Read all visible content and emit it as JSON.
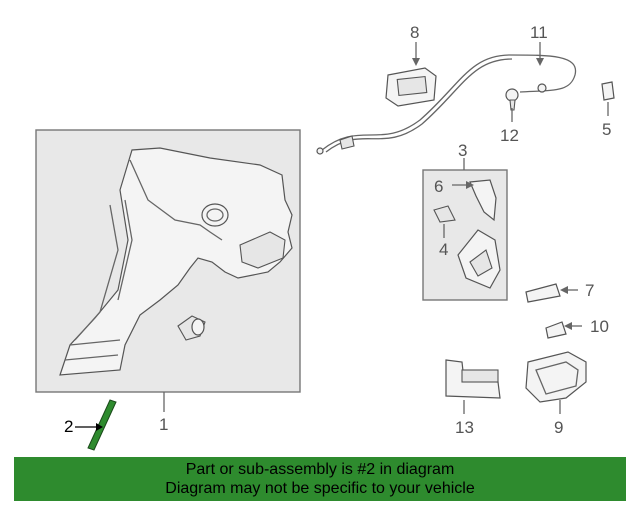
{
  "diagram": {
    "callouts": [
      "1",
      "2",
      "3",
      "4",
      "5",
      "6",
      "7",
      "8",
      "9",
      "10",
      "11",
      "12",
      "13"
    ],
    "highlight_color": "#2e8b2e"
  },
  "banner": {
    "line1": "Part or sub-assembly is #2 in diagram",
    "line2": "Diagram may not be specific to your vehicle",
    "background": "#2e8b2e"
  }
}
